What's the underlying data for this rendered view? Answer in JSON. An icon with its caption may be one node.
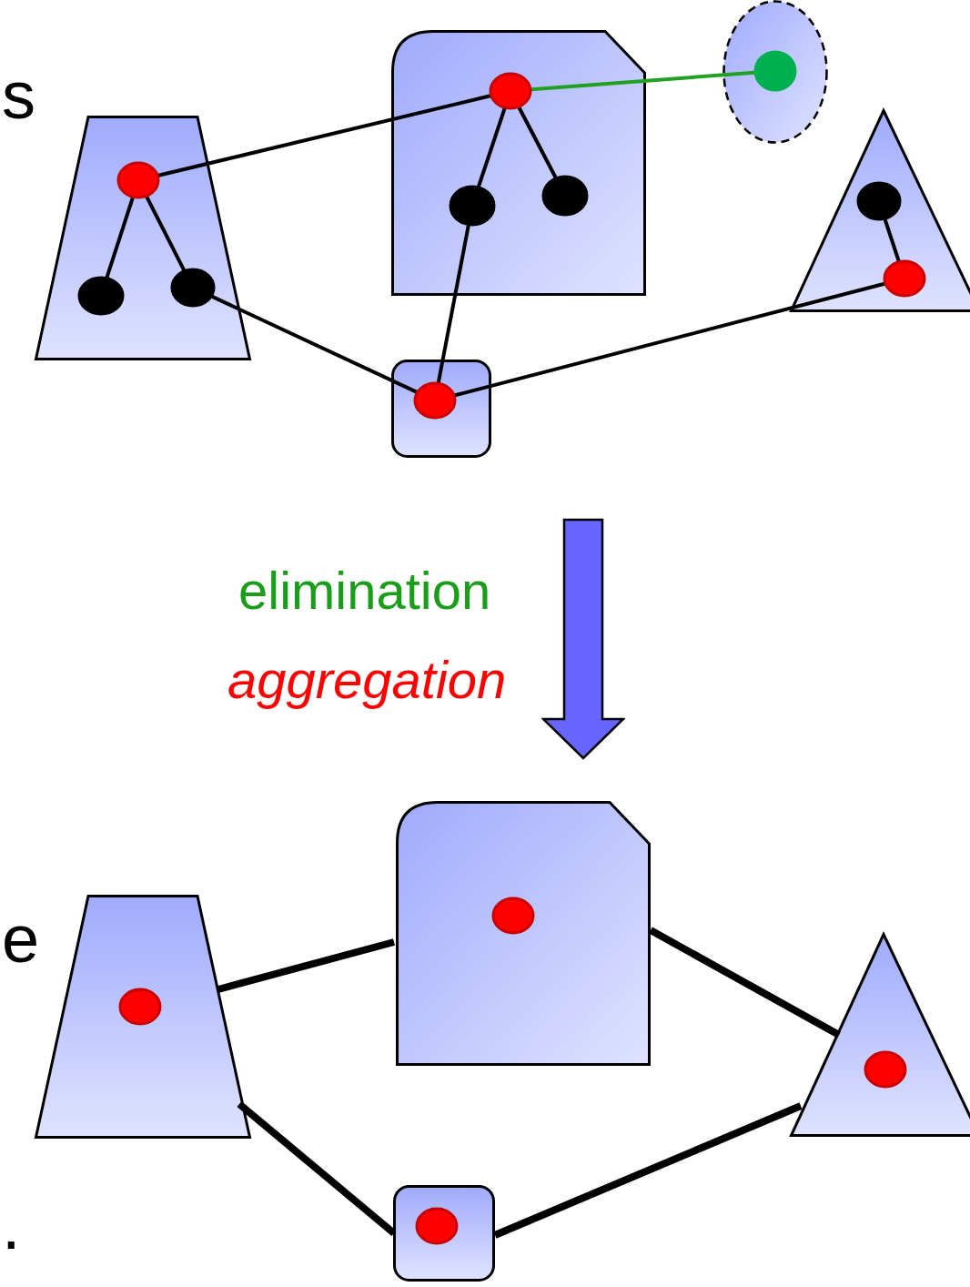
{
  "diagram": {
    "nodes": [
      {
        "text": [],
        "shape": "trapezoid"
      },
      {
        "text": [],
        "shape": "circle",
        "in": 0
      },
      {
        "text": [],
        "shape": "circle",
        "in": 0
      },
      {
        "text": [],
        "shape": "circle",
        "in": 0
      },
      {
        "text": [],
        "shape": "box"
      },
      {
        "text": [],
        "shape": "circle",
        "in": 4
      },
      {
        "text": [],
        "shape": "circle",
        "in": 4
      },
      {
        "text": [],
        "shape": "circle",
        "in": 4
      },
      {
        "text": [],
        "shape": "ellipse"
      },
      {
        "text": [],
        "shape": "circle",
        "in": 8
      },
      {
        "text": [],
        "shape": "triangle"
      },
      {
        "text": [],
        "shape": "circle",
        "in": 10
      },
      {
        "text": [],
        "shape": "circle",
        "in": 10
      },
      {
        "text": [],
        "shape": "box"
      },
      {
        "text": [],
        "shape": "circle",
        "in": 13
      },
      {
        "text": [],
        "shape": "trapezoid"
      },
      {
        "text": [],
        "shape": "circle",
        "in": 15
      },
      {
        "text": [],
        "shape": "box"
      },
      {
        "text": [],
        "shape": "circle",
        "in": 17
      },
      {
        "text": [],
        "shape": "triangle"
      },
      {
        "text": [],
        "shape": "circle",
        "in": 19
      },
      {
        "text": [],
        "shape": "box"
      },
      {
        "text": [],
        "shape": "circle",
        "in": 21
      }
    ],
    "edges": [
      {
        "from": 1,
        "to": 5,
        "arrow": "none"
      },
      {
        "from": 5,
        "to": 9,
        "arrow": "none",
        "color": "#22a022"
      },
      {
        "from": 1,
        "to": 2,
        "arrow": "none"
      },
      {
        "from": 1,
        "to": 3,
        "arrow": "none"
      },
      {
        "from": 5,
        "to": 6,
        "arrow": "none"
      },
      {
        "from": 5,
        "to": 7,
        "arrow": "none"
      },
      {
        "from": 3,
        "to": 14,
        "arrow": "none"
      },
      {
        "from": 6,
        "to": 14,
        "arrow": "none"
      },
      {
        "from": 14,
        "to": 12,
        "arrow": "none"
      },
      {
        "from": 11,
        "to": 12,
        "arrow": "none"
      },
      {
        "from": 15,
        "to": 17,
        "arrow": "none",
        "style": "thick"
      },
      {
        "from": 17,
        "to": 19,
        "arrow": "none",
        "style": "thick"
      },
      {
        "from": 15,
        "to": 21,
        "arrow": "none",
        "style": "thick"
      },
      {
        "from": 21,
        "to": 19,
        "arrow": "none",
        "style": "thick"
      }
    ],
    "labels": [
      "s",
      "elimination",
      "aggregation",
      "e",
      "."
    ]
  }
}
